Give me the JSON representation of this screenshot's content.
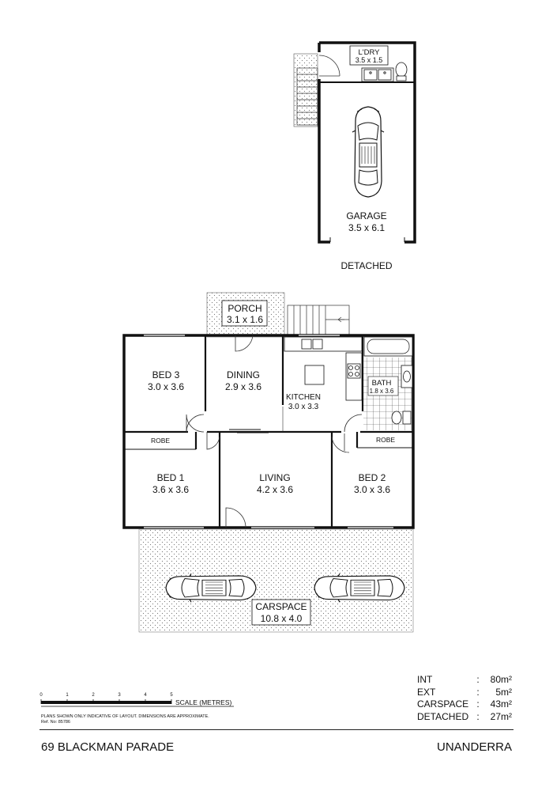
{
  "rooms": {
    "laundry": {
      "name": "L'DRY",
      "dims": "3.5 x 1.5"
    },
    "garage": {
      "name": "GARAGE",
      "dims": "3.5 x 6.1"
    },
    "porch": {
      "name": "PORCH",
      "dims": "3.1 x 1.6"
    },
    "bed3": {
      "name": "BED 3",
      "dims": "3.0 x 3.6"
    },
    "dining": {
      "name": "DINING",
      "dims": "2.9 x 3.6"
    },
    "kitchen": {
      "name": "KITCHEN",
      "dims": "3.0 x 3.3"
    },
    "bath": {
      "name": "BATH",
      "dims": "1.8 x 3.6"
    },
    "robe1": {
      "name": "ROBE"
    },
    "robe2": {
      "name": "ROBE"
    },
    "bed1": {
      "name": "BED 1",
      "dims": "3.6 x 3.6"
    },
    "living": {
      "name": "LIVING",
      "dims": "4.2 x 3.6"
    },
    "bed2": {
      "name": "BED 2",
      "dims": "3.0 x 3.6"
    },
    "carspace": {
      "name": "CARSPACE",
      "dims": "10.8 x 4.0"
    }
  },
  "detached_label": "DETACHED",
  "scale": {
    "ticks": [
      "0",
      "1",
      "2",
      "3",
      "4",
      "5"
    ],
    "label": "SCALE (METRES)"
  },
  "disclaimer": {
    "line1": "PLANS SHOWN ONLY INDICATIVE OF LAYOUT.  DIMENSIONS ARE APPROXIMATE.",
    "line2": "Ref. No: 85786"
  },
  "areas": [
    {
      "label": "INT",
      "value": "80m²"
    },
    {
      "label": "EXT",
      "value": "5m²"
    },
    {
      "label": "CARSPACE",
      "value": "43m²"
    },
    {
      "label": "DETACHED",
      "value": "27m²"
    }
  ],
  "address": "69 BLACKMAN PARADE",
  "suburb": "UNANDERRA"
}
